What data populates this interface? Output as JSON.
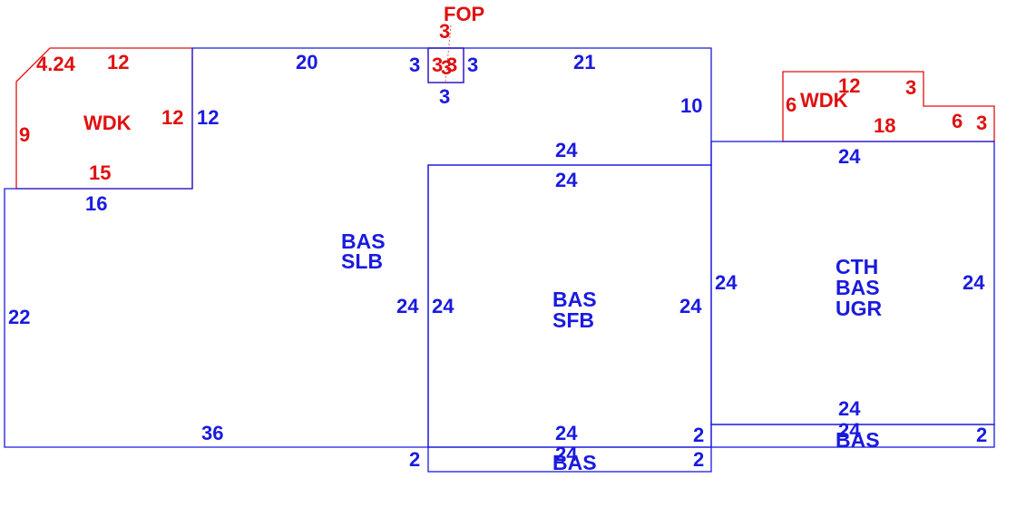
{
  "colors": {
    "building": "#1a1adf",
    "deck": "#e01010"
  },
  "areas": {
    "main": [
      "BAS",
      "SLB"
    ],
    "middle": [
      "BAS",
      "SFB"
    ],
    "right": [
      "CTH",
      "BAS",
      "UGR"
    ],
    "bottom_left": "BAS",
    "bottom_right": "BAS",
    "deck_left": "WDK",
    "deck_right": "WDK",
    "porch": "FOP"
  },
  "dimensions": {
    "main_top_left": "20",
    "main_top_right": "21",
    "main_left": "22",
    "main_bottom": "36",
    "main_notch_bottom": "16",
    "main_notch_side": "12",
    "main_right_upper": "10",
    "main_inner_right": "24",
    "mid_top_outer": "24",
    "mid_top_inner": "24",
    "mid_left": "24",
    "mid_right": "24",
    "mid_bottom": "24",
    "mid_small_right": "2",
    "right_top": "24",
    "right_left": "24",
    "right_right": "24",
    "right_bottom": "24",
    "bl_left": "2",
    "bl_right": "2",
    "bl_bottom": "24",
    "br_right": "2",
    "br_bottom": "24",
    "fop_left": "3",
    "fop_right": "3",
    "fop_bottom": "3",
    "fop_top_a": "3",
    "fop_top_b": "3",
    "fop_top_c": "3",
    "fop_top_d": "3",
    "wdk_l_diag": "4.24",
    "wdk_l_top": "12",
    "wdk_l_right": "12",
    "wdk_l_left": "9",
    "wdk_l_bottom": "15",
    "wdk_r_top": "12",
    "wdk_r_left": "6",
    "wdk_r_step": "3",
    "wdk_r_bottom": "18",
    "wdk_r_right_a": "6",
    "wdk_r_right_b": "3"
  }
}
